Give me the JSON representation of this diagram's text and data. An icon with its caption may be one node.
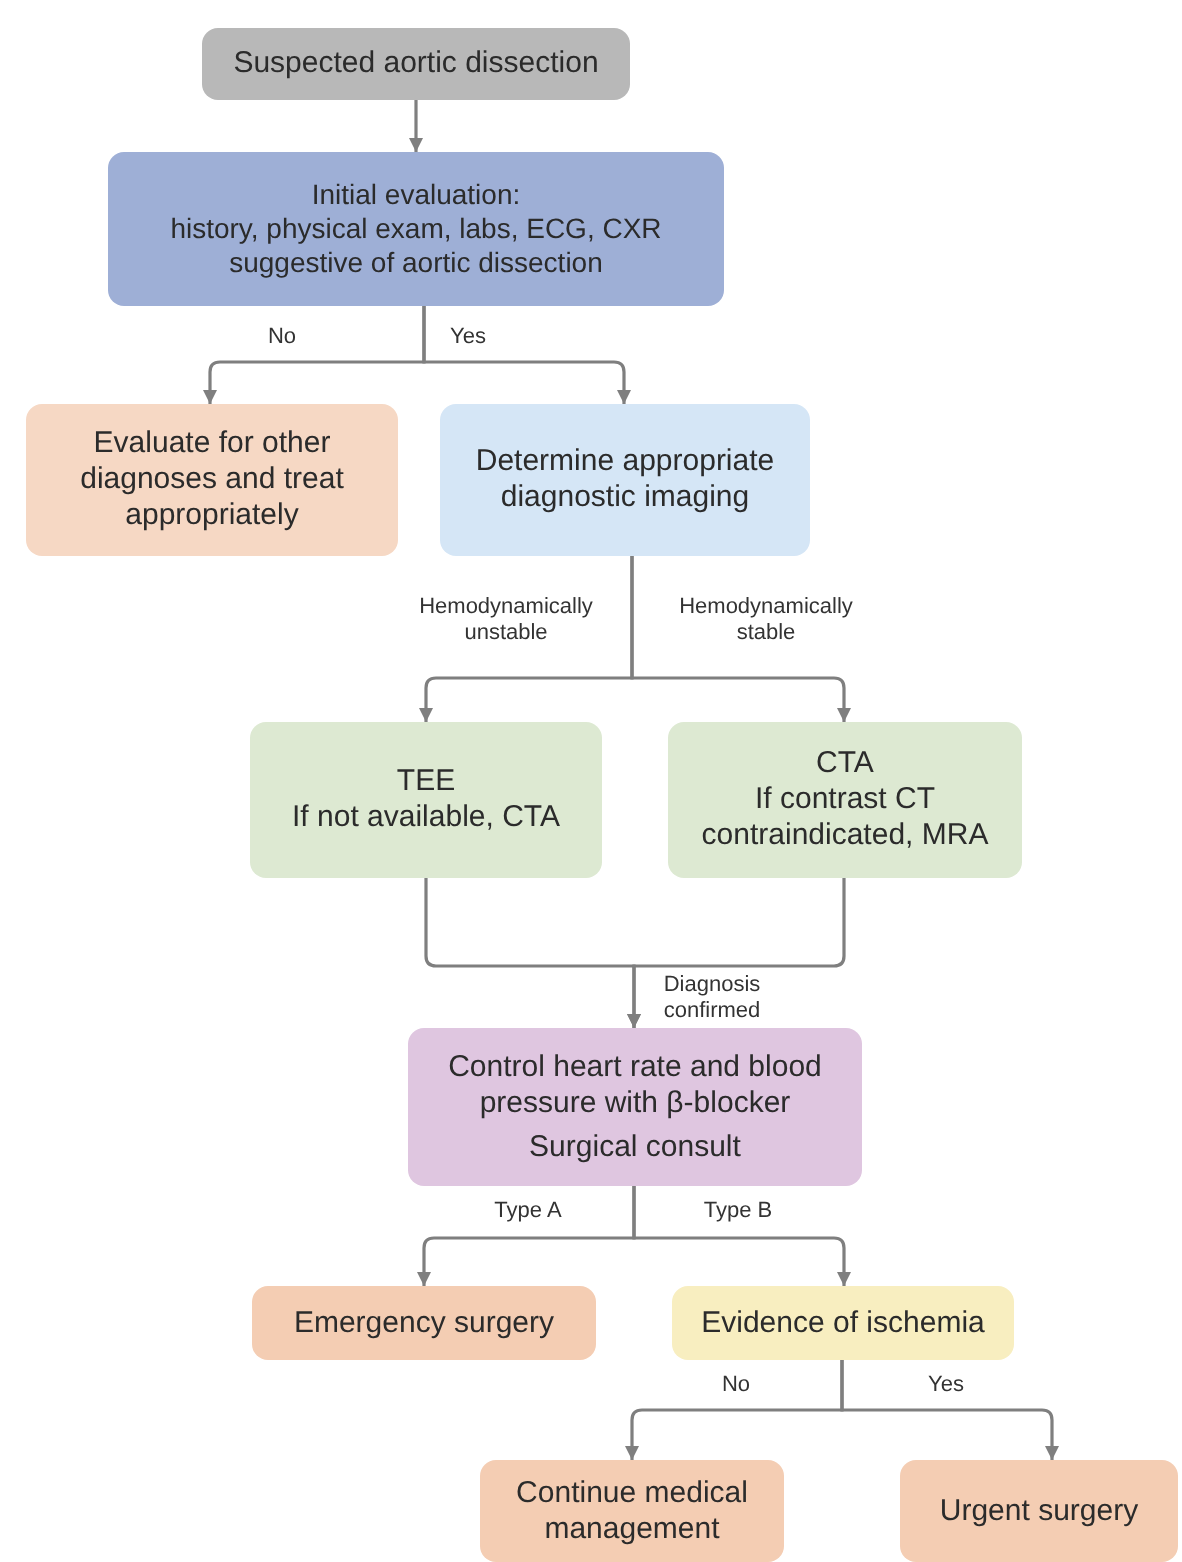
{
  "diagram": {
    "nodes": [
      {
        "text": [
          "Suspected aortic dissection"
        ]
      },
      {
        "text": [
          "Initial evaluation:",
          "history, physical exam, labs, ECG, CXR suggestive of aortic dissection"
        ]
      },
      {
        "text": [
          "Evaluate for other diagnoses and treat appropriately"
        ]
      },
      {
        "text": [
          "Determine appropriate diagnostic imaging"
        ]
      },
      {
        "text": [
          "TEE",
          "If not available, CTA"
        ]
      },
      {
        "text": [
          "CTA",
          "If contrast CT contraindicated, MRA"
        ]
      },
      {
        "text": [
          "Control heart rate and blood pressure with β-blocker",
          "Surgical consult"
        ]
      },
      {
        "text": [
          "Emergency surgery"
        ]
      },
      {
        "text": [
          "Evidence of ischemia"
        ]
      },
      {
        "text": [
          "Continue medical management"
        ]
      },
      {
        "text": [
          "Urgent surgery"
        ]
      }
    ],
    "edges": [
      {
        "from": 0,
        "to": 1,
        "arrow": "to"
      },
      {
        "from": 1,
        "to": 2,
        "arrow": "to",
        "label": "No"
      },
      {
        "from": 1,
        "to": 3,
        "arrow": "to",
        "label": "Yes"
      },
      {
        "from": 3,
        "to": 4,
        "arrow": "to",
        "label": "Hemodynamically unstable"
      },
      {
        "from": 3,
        "to": 5,
        "arrow": "to",
        "label": "Hemodynamically stable"
      },
      {
        "from": 4,
        "to": 6,
        "arrow": "to",
        "label": "Diagnosis confirmed"
      },
      {
        "from": 5,
        "to": 6,
        "arrow": "to"
      },
      {
        "from": 6,
        "to": 7,
        "arrow": "to",
        "label": "Type A"
      },
      {
        "from": 6,
        "to": 8,
        "arrow": "to",
        "label": "Type B"
      },
      {
        "from": 8,
        "to": 9,
        "arrow": "to",
        "label": "No"
      },
      {
        "from": 8,
        "to": 10,
        "arrow": "to",
        "label": "Yes"
      }
    ]
  }
}
